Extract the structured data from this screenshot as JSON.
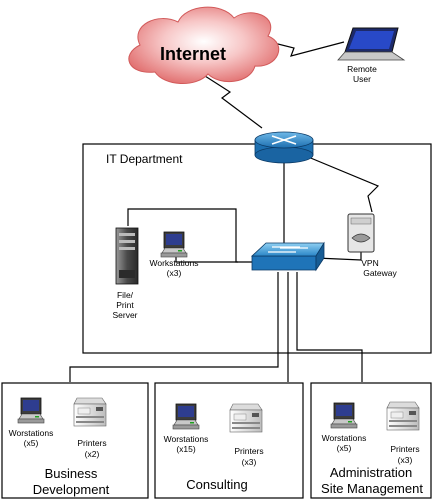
{
  "internet": {
    "label": "Internet"
  },
  "remote_user": {
    "line1": "Remote",
    "line2": "User"
  },
  "it_department": {
    "title": "IT Department",
    "file_server": {
      "line1": "File/",
      "line2": "Print",
      "line3": "Server"
    },
    "workstations": {
      "line1": "Workstations",
      "line2": "(x3)"
    },
    "vpn": {
      "line1": "VPN",
      "line2": "Gateway"
    }
  },
  "business_development": {
    "workstations": {
      "line1": "Worstations",
      "line2": "(x5)"
    },
    "printers": {
      "line1": "Printers",
      "line2": "(x2)"
    },
    "name_line1": "Business",
    "name_line2": "Development"
  },
  "consulting": {
    "workstations": {
      "line1": "Worstations",
      "line2": "(x15)"
    },
    "printers": {
      "line1": "Printers",
      "line2": "(x3)"
    },
    "name": "Consulting"
  },
  "administration": {
    "workstations": {
      "line1": "Worstations",
      "line2": "(x5)"
    },
    "printers": {
      "line1": "Printers",
      "line2": "(x3)"
    },
    "name_line1": "Administration",
    "name_line2": "Site Management"
  }
}
